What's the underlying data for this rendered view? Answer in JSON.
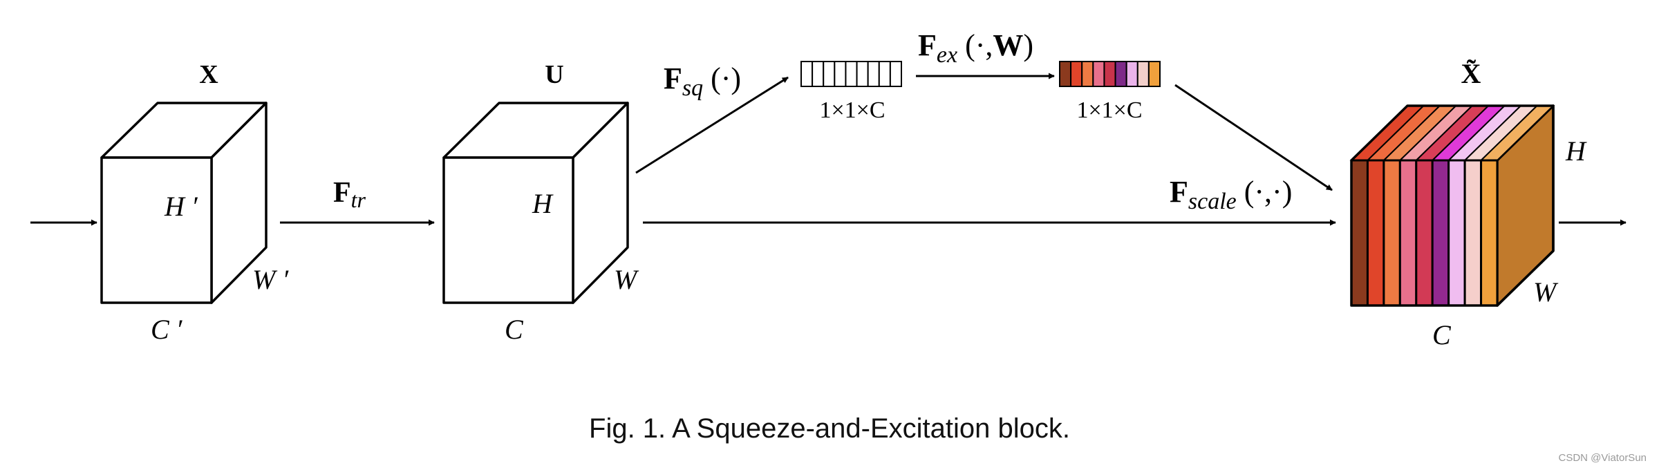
{
  "labels": {
    "x_tensor": "X",
    "u_tensor": "U",
    "x_tilde_tensor": "X̃",
    "dim_h_prime": "H ′",
    "dim_w_prime": "W ′",
    "dim_c_prime": "C ′",
    "dim_h": "H",
    "dim_w": "W",
    "dim_c": "C",
    "out_dim_h": "H",
    "out_dim_w": "W",
    "out_dim_c": "C",
    "f_tr_main": "F",
    "f_tr_sub": "tr",
    "f_sq_main": "F",
    "f_sq_sub": "sq",
    "f_sq_args": " (·)",
    "f_ex_main": "F",
    "f_ex_sub": "ex",
    "f_ex_args_open": " (·,",
    "f_ex_args_w": "W",
    "f_ex_args_close": ")",
    "f_scale_main": "F",
    "f_scale_sub": "scale",
    "f_scale_args": " (·,·)",
    "vec_dim_1": "1×1×C",
    "vec_dim_2": "1×1×C"
  },
  "excitation_colors": [
    "#8B3A1E",
    "#E0452A",
    "#EE7A43",
    "#E8708C",
    "#C8344B",
    "#7E2A88",
    "#EBB4EB",
    "#F2CFC9",
    "#F0A03C"
  ],
  "output_front_colors": [
    "#8B3A1E",
    "#E0452A",
    "#EE7A43",
    "#E8708C",
    "#D23A55",
    "#93298F",
    "#F0BDF0",
    "#F5CFCB",
    "#F0A03C"
  ],
  "output_top_colors": [
    "#E0452A",
    "#EE6B3E",
    "#F08B55",
    "#F2A0A8",
    "#D83E58",
    "#E03AD8",
    "#F2C6F2",
    "#F6D8D4",
    "#F2B060"
  ],
  "output_side_color": "#C17A2C",
  "caption": "Fig. 1. A Squeeze-and-Excitation block.",
  "watermark": "CSDN @ViatorSun"
}
